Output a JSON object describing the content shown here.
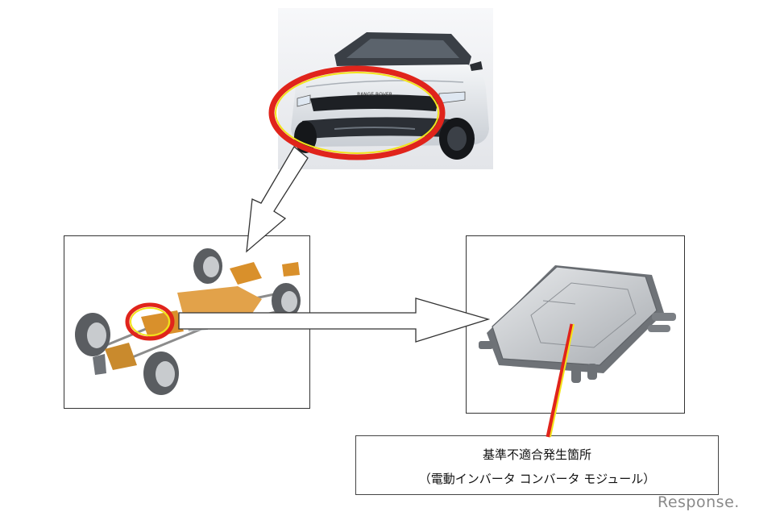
{
  "label": {
    "title": "基準不適合発生箇所",
    "subtitle": "（電動インバータ コンバータ モジュール）"
  },
  "car": {
    "grille_badge": "RANGE ROVER"
  },
  "watermark": "Response.",
  "colors": {
    "highlight_ring": "#e0241b",
    "highlight_inner": "#f3e31a",
    "arrow_stroke": "#333333",
    "component_orange": "#d9902b"
  }
}
